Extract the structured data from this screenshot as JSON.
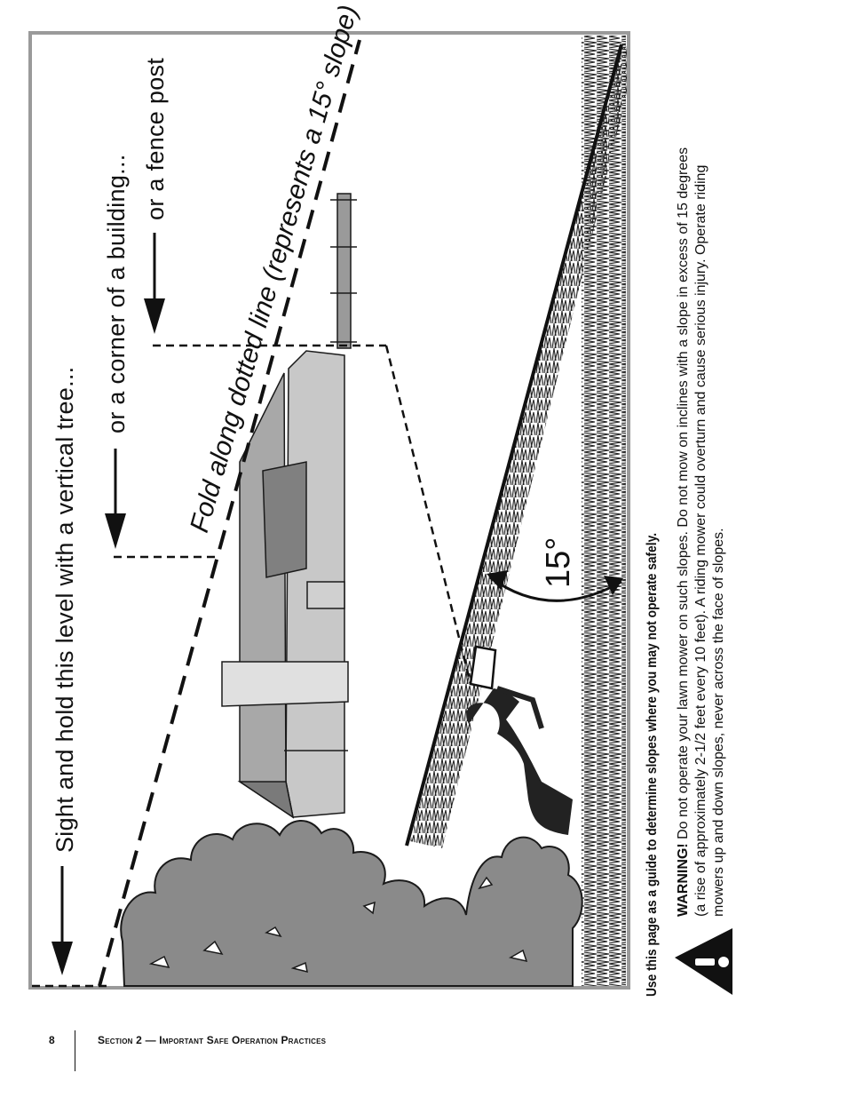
{
  "illustration": {
    "label_tree": "Sight and hold this level with a vertical tree...",
    "label_building": "or a corner of a building...",
    "label_fence": "or a fence post",
    "fold_line": "Fold along dotted line (represents a 15° slope)",
    "angle": "15°"
  },
  "instructions": {
    "heading": "Use this page as a guide to determine slopes where you may not operate safely.",
    "warning_label": "WARNING!",
    "warning_lines": [
      " Do not operate your lawn mower on such slopes. Do not mow on inclines with a slope in excess of 15 degrees",
      "(a rise of approximately 2-1/2 feet every 10 feet).  A riding mower could overturn and cause serious injury. Operate riding",
      "mowers up and down slopes, never across the face of slopes."
    ]
  },
  "footer": {
    "page_number": "8",
    "section_title": "Section 2 — Important Safe Operation Practices"
  }
}
